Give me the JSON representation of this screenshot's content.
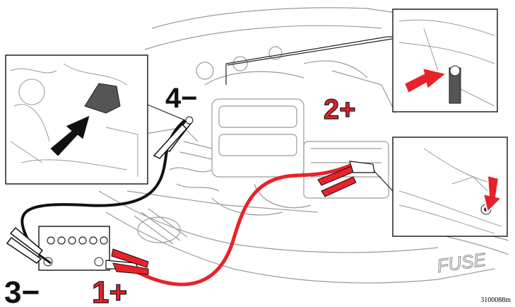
{
  "labels": {
    "step1": "1+",
    "step2": "2+",
    "step3": "3−",
    "step4": "4−"
  },
  "engine_text": "FUSE",
  "figure_code": "3100088m",
  "colors": {
    "positive": "#e8222a",
    "negative": "#111111",
    "line": "#8a8a8a",
    "arrow_red": "#e8222a"
  },
  "icons": {
    "inset_left_arrow": "black-arrow-icon",
    "inset_top_arrow": "red-arrow-icon",
    "inset_right_arrow": "red-down-arrow-icon"
  }
}
